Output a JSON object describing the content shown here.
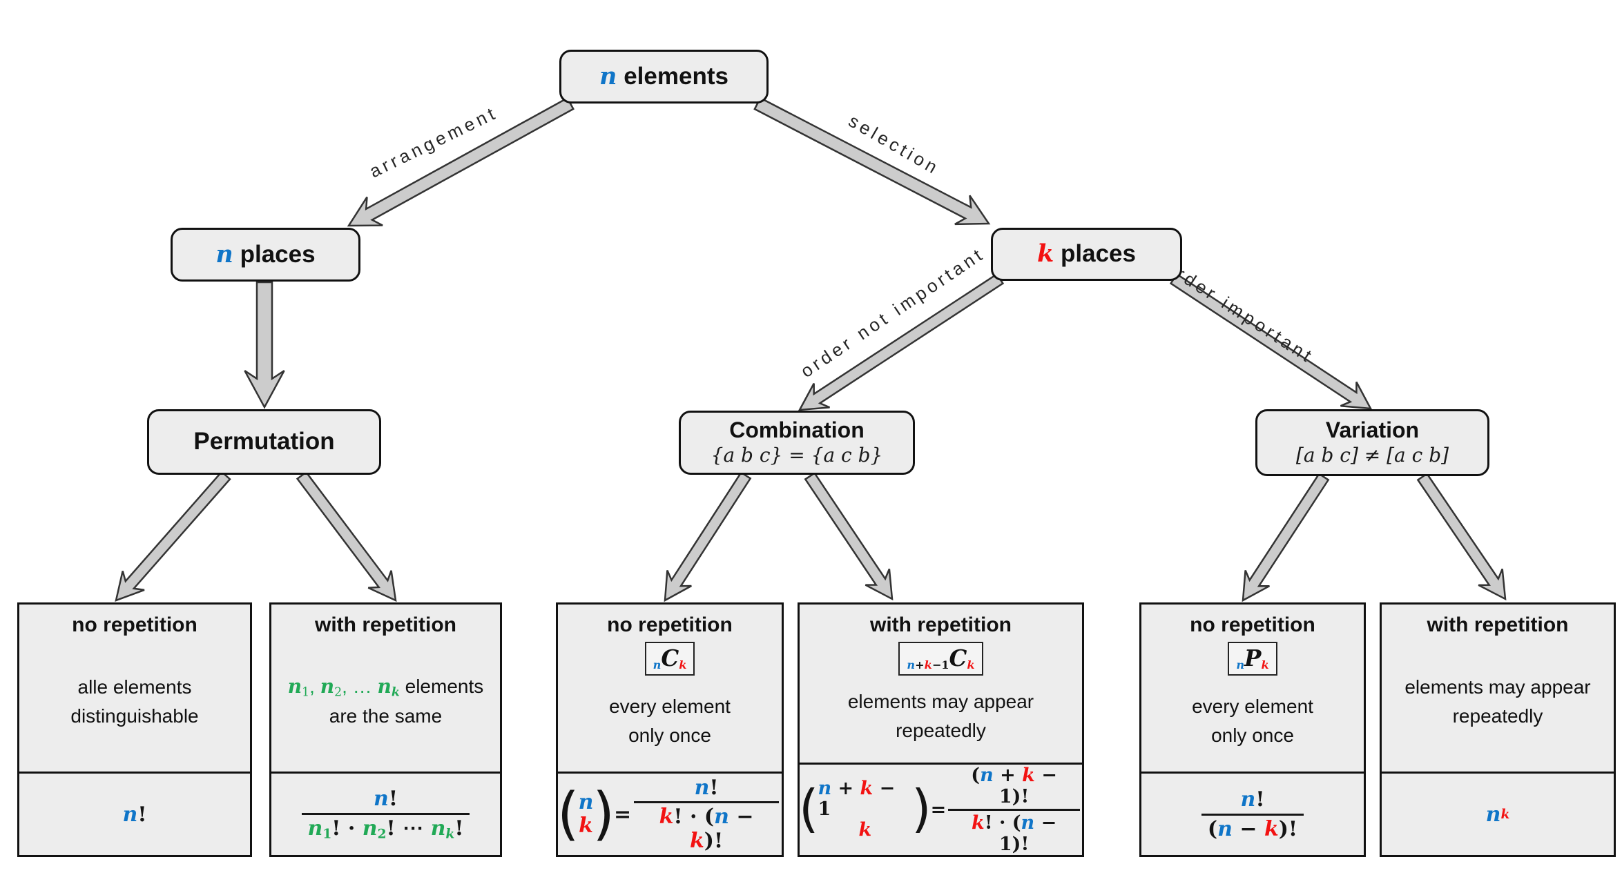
{
  "colors": {
    "blue": "#0f75c8",
    "red": "#f21212",
    "green": "#21a956",
    "box_fill": "#ededed",
    "box_border": "#111111",
    "arrow_fill": "#cccccc",
    "arrow_outline": "#333333"
  },
  "nodes": {
    "root": {
      "title": [
        {
          "t": "n",
          "c": "b",
          "v": 1
        },
        {
          "t": " elements"
        }
      ]
    },
    "n_places": {
      "title": [
        {
          "t": "n",
          "c": "b",
          "v": 1
        },
        {
          "t": " places"
        }
      ]
    },
    "k_places": {
      "title": [
        {
          "t": "k",
          "c": "r",
          "v": 1
        },
        {
          "t": " places"
        }
      ]
    },
    "permutation": {
      "title": [
        {
          "t": "Permutation"
        }
      ],
      "subtitle": ""
    },
    "combination": {
      "title": [
        {
          "t": "Combination"
        }
      ],
      "subtitle": "{a b c} = {a c b}"
    },
    "variation": {
      "title": [
        {
          "t": "Variation"
        }
      ],
      "subtitle": "[a b c] ≠ [a c b]"
    }
  },
  "edge_labels": {
    "arrangement": "arrangement",
    "selection": "selection",
    "order_not_important": "order not important",
    "order_important": "order important"
  },
  "leaf_boxes": [
    {
      "title": "no repetition",
      "badge": null,
      "description": [
        [
          {
            "t": "alle elements"
          }
        ],
        [
          {
            "t": "distinguishable"
          }
        ]
      ],
      "formula": [
        {
          "t": "n",
          "c": "b",
          "v": 1
        },
        {
          "t": "!"
        }
      ]
    },
    {
      "title": "with repetition",
      "badge": null,
      "description": [
        [
          {
            "t": "n",
            "c": "g",
            "v": 1
          },
          {
            "t": "1",
            "c": "g",
            "s": 1
          },
          {
            "t": ", ",
            "c": "g"
          },
          {
            "t": "n",
            "c": "g",
            "v": 1
          },
          {
            "t": "2",
            "c": "g",
            "s": 1
          },
          {
            "t": ", … ",
            "c": "g"
          },
          {
            "t": "n",
            "c": "g",
            "v": 1
          },
          {
            "t": "k",
            "c": "g",
            "v": 1,
            "s": 1
          },
          {
            "t": " elements"
          }
        ],
        [
          {
            "t": "are the same"
          }
        ]
      ],
      "formula": [
        {
          "frac": {
            "num": [
              {
                "t": "n",
                "c": "b",
                "v": 1
              },
              {
                "t": "!"
              }
            ],
            "den": [
              {
                "t": "n",
                "c": "g",
                "v": 1
              },
              {
                "t": "1",
                "c": "g",
                "s": 1
              },
              {
                "t": "! · "
              },
              {
                "t": "n",
                "c": "g",
                "v": 1
              },
              {
                "t": "2",
                "c": "g",
                "s": 1
              },
              {
                "t": "! ⋯ "
              },
              {
                "t": "n",
                "c": "g",
                "v": 1
              },
              {
                "t": "k",
                "c": "g",
                "v": 1,
                "s": 1
              },
              {
                "t": "!"
              }
            ]
          }
        }
      ]
    },
    {
      "title": "no repetition",
      "badge": [
        {
          "t": "n",
          "c": "b",
          "v": 1,
          "s": 1
        },
        {
          "t": "C",
          "v": 1,
          "big": 1
        },
        {
          "t": "k",
          "c": "r",
          "v": 1,
          "s": 1
        }
      ],
      "description": [
        [
          {
            "t": "every element"
          }
        ],
        [
          {
            "t": "only once"
          }
        ]
      ],
      "formula": [
        {
          "binom": {
            "top": [
              {
                "t": "n",
                "c": "b",
                "v": 1
              }
            ],
            "bottom": [
              {
                "t": "k",
                "c": "r",
                "v": 1
              }
            ]
          }
        },
        {
          "t": " = "
        },
        {
          "frac": {
            "num": [
              {
                "t": "n",
                "c": "b",
                "v": 1
              },
              {
                "t": "!"
              }
            ],
            "den": [
              {
                "t": "k",
                "c": "r",
                "v": 1
              },
              {
                "t": "! · ("
              },
              {
                "t": "n",
                "c": "b",
                "v": 1
              },
              {
                "t": " − "
              },
              {
                "t": "k",
                "c": "r",
                "v": 1
              },
              {
                "t": ")!"
              }
            ]
          }
        }
      ]
    },
    {
      "title": "with repetition",
      "badge": [
        {
          "t": "n",
          "c": "b",
          "v": 1,
          "s": 1
        },
        {
          "t": "+",
          "s": 1
        },
        {
          "t": "k",
          "c": "r",
          "v": 1,
          "s": 1
        },
        {
          "t": "−1",
          "s": 1
        },
        {
          "t": "C",
          "v": 1,
          "big": 1
        },
        {
          "t": "k",
          "c": "r",
          "v": 1,
          "s": 1
        }
      ],
      "description": [
        [
          {
            "t": "elements may appear"
          }
        ],
        [
          {
            "t": "repeatedly"
          }
        ]
      ],
      "formula": [
        {
          "binom": {
            "top": [
              {
                "t": "n",
                "c": "b",
                "v": 1
              },
              {
                "t": " + "
              },
              {
                "t": "k",
                "c": "r",
                "v": 1
              },
              {
                "t": " − 1"
              }
            ],
            "bottom": [
              {
                "t": "k",
                "c": "r",
                "v": 1
              }
            ]
          }
        },
        {
          "t": " = "
        },
        {
          "frac": {
            "num": [
              {
                "t": "("
              },
              {
                "t": "n",
                "c": "b",
                "v": 1
              },
              {
                "t": " + "
              },
              {
                "t": "k",
                "c": "r",
                "v": 1
              },
              {
                "t": " − 1)!"
              }
            ],
            "den": [
              {
                "t": "k",
                "c": "r",
                "v": 1
              },
              {
                "t": "! · ("
              },
              {
                "t": "n",
                "c": "b",
                "v": 1
              },
              {
                "t": " − 1)!"
              }
            ]
          }
        }
      ]
    },
    {
      "title": "no repetition",
      "badge": [
        {
          "t": "n",
          "c": "b",
          "v": 1,
          "s": 1
        },
        {
          "t": "P",
          "v": 1,
          "big": 1
        },
        {
          "t": "k",
          "c": "r",
          "v": 1,
          "s": 1
        }
      ],
      "description": [
        [
          {
            "t": "every element"
          }
        ],
        [
          {
            "t": "only once"
          }
        ]
      ],
      "formula": [
        {
          "frac": {
            "num": [
              {
                "t": "n",
                "c": "b",
                "v": 1
              },
              {
                "t": "!"
              }
            ],
            "den": [
              {
                "t": "("
              },
              {
                "t": "n",
                "c": "b",
                "v": 1
              },
              {
                "t": " − "
              },
              {
                "t": "k",
                "c": "r",
                "v": 1
              },
              {
                "t": ")!"
              }
            ]
          }
        }
      ]
    },
    {
      "title": "with repetition",
      "badge": null,
      "description": [
        [
          {
            "t": "elements may appear"
          }
        ],
        [
          {
            "t": "repeatedly"
          }
        ]
      ],
      "formula": [
        {
          "t": "n",
          "c": "b",
          "v": 1
        },
        {
          "t": "k",
          "c": "r",
          "v": 1,
          "p": 1
        }
      ]
    }
  ]
}
